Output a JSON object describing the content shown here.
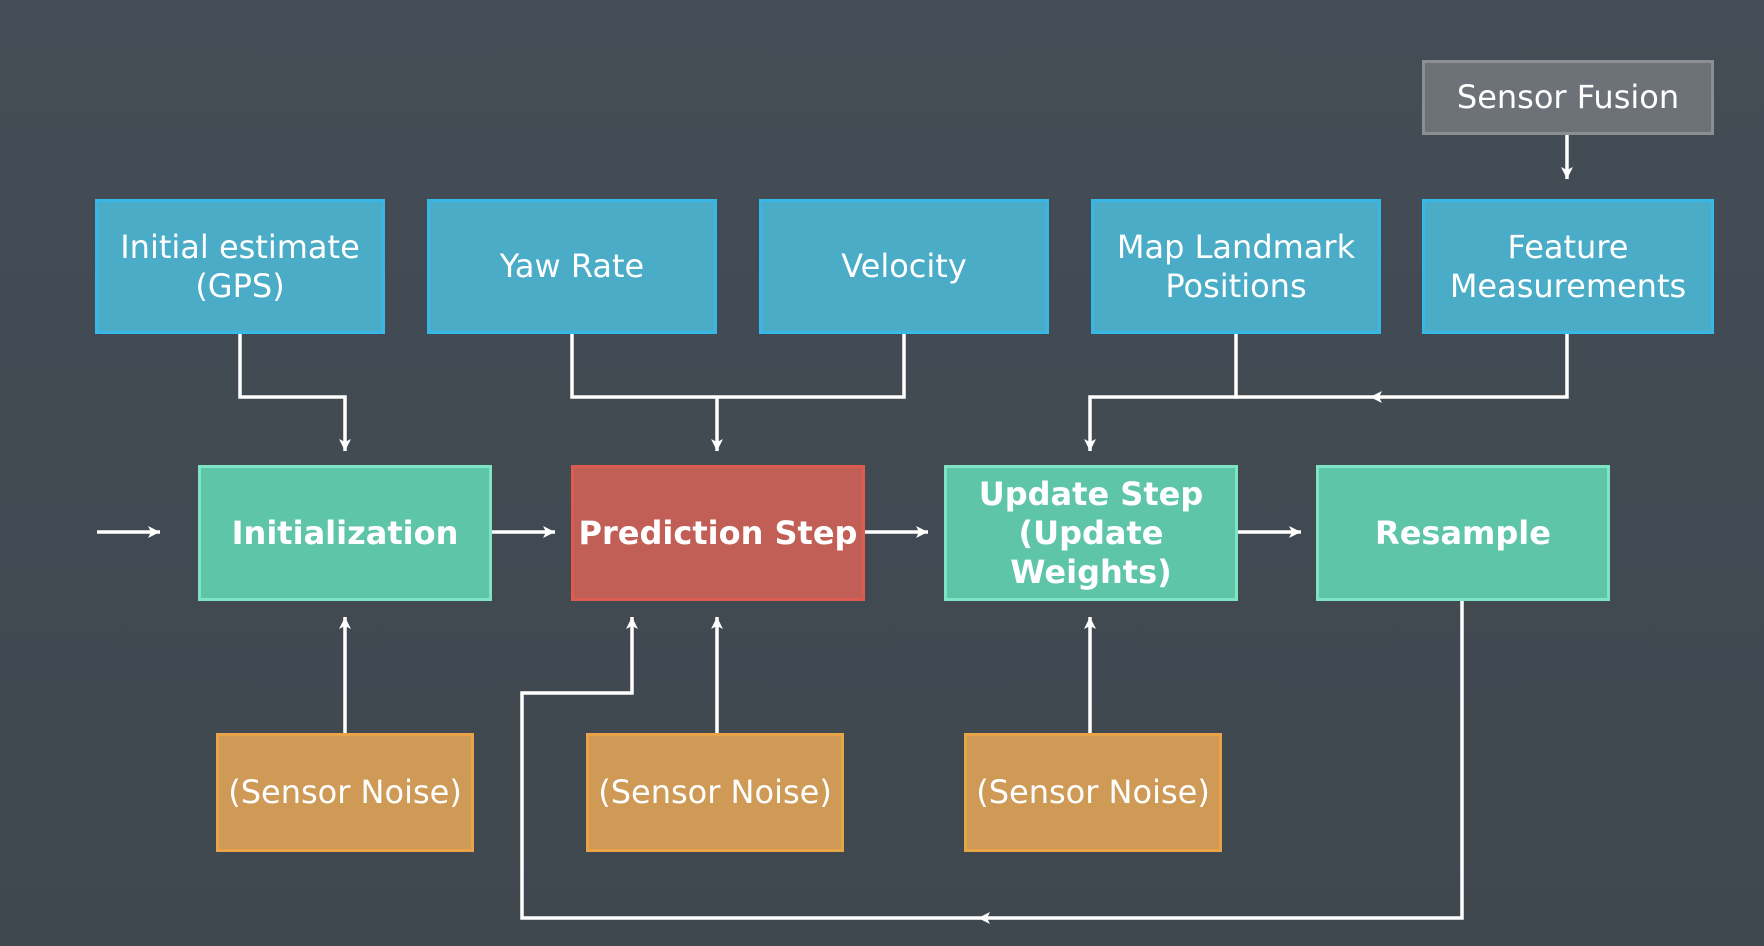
{
  "diagram": {
    "top_box": {
      "label": "Sensor Fusion"
    },
    "inputs": [
      {
        "label": "Initial estimate\n(GPS)"
      },
      {
        "label": "Yaw Rate"
      },
      {
        "label": "Velocity"
      },
      {
        "label": "Map Landmark\nPositions"
      },
      {
        "label": "Feature\nMeasurements"
      }
    ],
    "steps": [
      {
        "label": "Initialization"
      },
      {
        "label": "Prediction Step"
      },
      {
        "label": "Update Step\n(Update Weights)"
      },
      {
        "label": "Resample"
      }
    ],
    "noise": [
      {
        "label": "(Sensor Noise)"
      },
      {
        "label": "(Sensor Noise)"
      },
      {
        "label": "(Sensor Noise)"
      }
    ]
  },
  "colors": {
    "background": "#424a52",
    "input": "#4aacc6",
    "process": "#5ec5a8",
    "prediction": "#c15f56",
    "noise": "#cf9956",
    "fusion": "#6d7278",
    "line": "#ffffff"
  }
}
